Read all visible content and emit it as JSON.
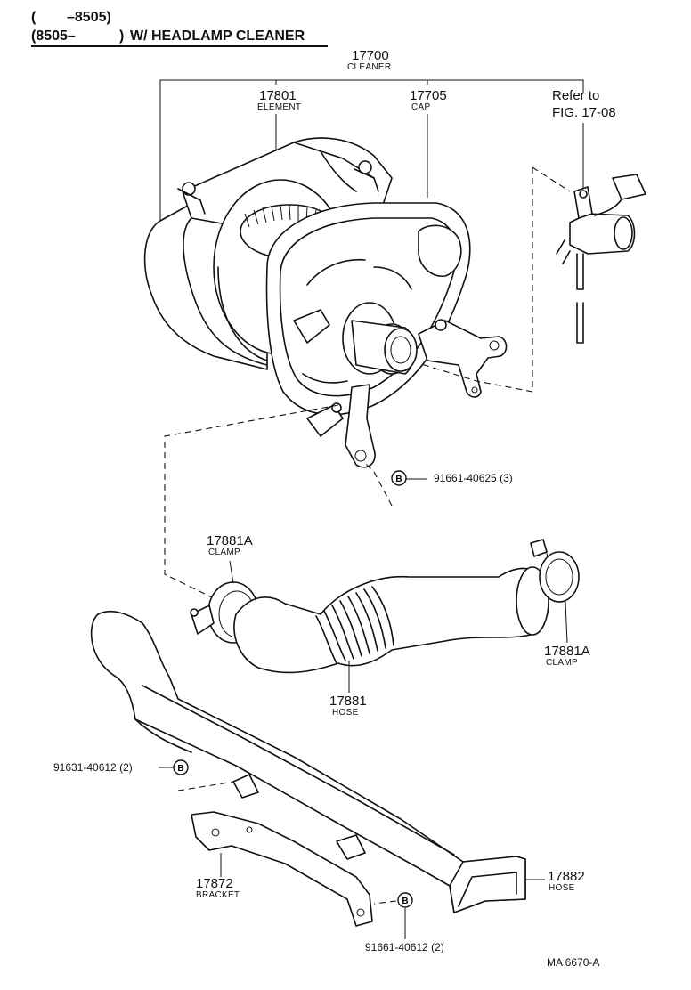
{
  "header": {
    "line1_open": "(",
    "line1_date": "–8505)",
    "line2_date": "(8505–",
    "line2_close": ")",
    "line2_title": "W/ HEADLAMP CLEANER"
  },
  "callouts": {
    "cleaner": {
      "number": "17700",
      "name": "CLEANER"
    },
    "element": {
      "number": "17801",
      "name": "ELEMENT"
    },
    "cap": {
      "number": "17705",
      "name": "CAP"
    },
    "refer": {
      "line1": "Refer to",
      "line2": "FIG. 17-08"
    },
    "bolt_top": {
      "badge": "B",
      "part": "91661-40625 (3)"
    },
    "clamp_left": {
      "number": "17881A",
      "name": "CLAMP"
    },
    "clamp_right": {
      "number": "17881A",
      "name": "CLAMP"
    },
    "hose": {
      "number": "17881",
      "name": "HOSE"
    },
    "bolt_left": {
      "badge": "B",
      "part": "91631-40612 (2)"
    },
    "bracket": {
      "number": "17872",
      "name": "BRACKET"
    },
    "hose_duct": {
      "number": "17882",
      "name": "HOSE"
    },
    "bolt_bottom": {
      "badge": "B",
      "part": "91661-40612 (2)"
    }
  },
  "footer": {
    "code": "MA  6670-A"
  }
}
